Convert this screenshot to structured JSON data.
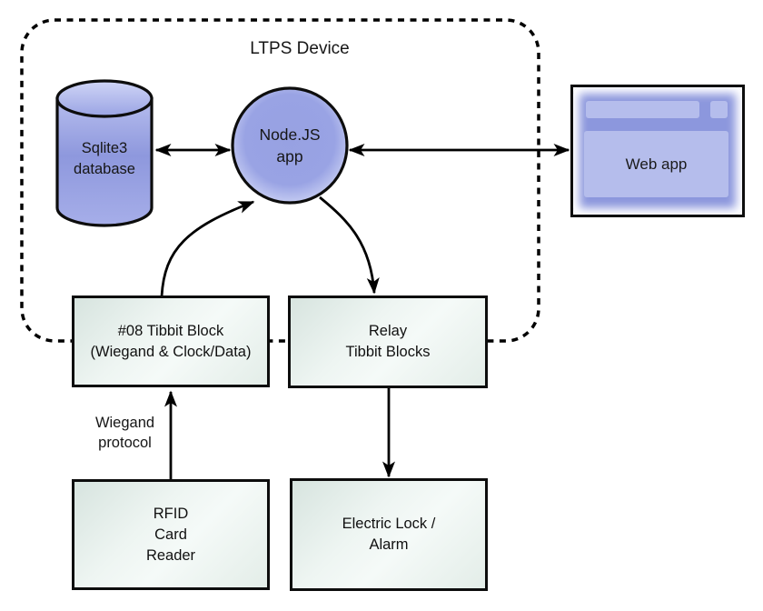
{
  "diagram_title": "LTPS Device",
  "colors": {
    "stroke": "#000000",
    "node_blue_mid": "#97a1e2",
    "node_blue_edge": "#ccd2f4",
    "cylinder_blue_dark": "#8e98dd",
    "cylinder_blue_light": "#c7cdf3",
    "box_green_dark": "#d7e4df",
    "box_green_light": "#f5faf8",
    "webapp_blue": "#8c97dd",
    "webapp_panel_light": "#b5bdec"
  },
  "nodes": {
    "database": {
      "lines": [
        "Sqlite3",
        "database"
      ]
    },
    "nodejs_app": {
      "lines": [
        "Node.JS",
        "app"
      ]
    },
    "web_app": {
      "label": "Web app"
    },
    "tibbit_block_08": {
      "lines": [
        "#08 Tibbit Block",
        "(Wiegand & Clock/Data)"
      ]
    },
    "relay_tibbit": {
      "lines": [
        "Relay",
        "Tibbit Blocks"
      ]
    },
    "rfid_reader": {
      "lines": [
        "RFID",
        "Card",
        "Reader"
      ]
    },
    "electric_lock": {
      "lines": [
        "Electric Lock /",
        "Alarm"
      ]
    }
  },
  "edge_labels": {
    "wiegand": {
      "lines": [
        "Wiegand",
        "protocol"
      ]
    }
  }
}
